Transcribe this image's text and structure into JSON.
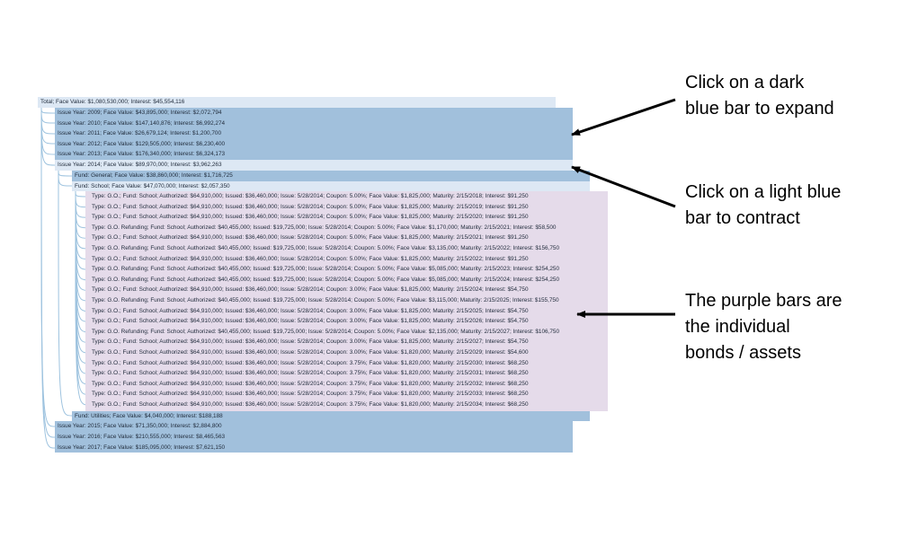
{
  "tree": {
    "total": "Total; Face Value: $1,080,530,000; Interest: $45,554,116",
    "years_top": [
      {
        "label": "Issue Year: 2009; Face Value: $43,895,000; Interest: $2,072,794",
        "state": "collapsed"
      },
      {
        "label": "Issue Year: 2010; Face Value: $147,140,876; Interest: $6,992,274",
        "state": "collapsed"
      },
      {
        "label": "Issue Year: 2011; Face Value: $26,679,124; Interest: $1,200,700",
        "state": "collapsed"
      },
      {
        "label": "Issue Year: 2012; Face Value: $129,505,000; Interest: $6,230,400",
        "state": "collapsed"
      },
      {
        "label": "Issue Year: 2013; Face Value: $176,340,000; Interest: $6,324,173",
        "state": "collapsed"
      }
    ],
    "year_2014": {
      "label": "Issue Year: 2014; Face Value: $89,970,000; Interest: $3,962,263",
      "state": "expanded"
    },
    "fund_general": {
      "label": "Fund: General; Face Value: $38,860,000; Interest: $1,716,725",
      "state": "collapsed"
    },
    "fund_school": {
      "label": "Fund: School; Face Value: $47,070,000; Interest: $2,057,350",
      "state": "expanded"
    },
    "bonds": [
      "Type: G.O.; Fund: School; Authorized: $64,910,000; Issued: $36,460,000; Issue: 5/28/2014; Coupon: 5.00%; Face Value: $1,825,000; Maturity: 2/15/2018; Interest: $91,250",
      "Type: G.O.; Fund: School; Authorized: $64,910,000; Issued: $36,460,000; Issue: 5/28/2014; Coupon: 5.00%; Face Value: $1,825,000; Maturity: 2/15/2019; Interest: $91,250",
      "Type: G.O.; Fund: School; Authorized: $64,910,000; Issued: $36,460,000; Issue: 5/28/2014; Coupon: 5.00%; Face Value: $1,825,000; Maturity: 2/15/2020; Interest: $91,250",
      "Type: G.O. Refunding; Fund: School; Authorized: $40,455,000; Issued: $19,725,000; Issue: 5/28/2014; Coupon: 5.00%; Face Value: $1,170,000; Maturity: 2/15/2021; Interest: $58,500",
      "Type: G.O.; Fund: School; Authorized: $64,910,000; Issued: $36,460,000; Issue: 5/28/2014; Coupon: 5.00%; Face Value: $1,825,000; Maturity: 2/15/2021; Interest: $91,250",
      "Type: G.O. Refunding; Fund: School; Authorized: $40,455,000; Issued: $19,725,000; Issue: 5/28/2014; Coupon: 5.00%; Face Value: $3,135,000; Maturity: 2/15/2022; Interest: $156,750",
      "Type: G.O.; Fund: School; Authorized: $64,910,000; Issued: $36,460,000; Issue: 5/28/2014; Coupon: 5.00%; Face Value: $1,825,000; Maturity: 2/15/2022; Interest: $91,250",
      "Type: G.O. Refunding; Fund: School; Authorized: $40,455,000; Issued: $19,725,000; Issue: 5/28/2014; Coupon: 5.00%; Face Value: $5,085,000; Maturity: 2/15/2023; Interest: $254,250",
      "Type: G.O. Refunding; Fund: School; Authorized: $40,455,000; Issued: $19,725,000; Issue: 5/28/2014; Coupon: 5.00%; Face Value: $5,085,000; Maturity: 2/15/2024; Interest: $254,250",
      "Type: G.O.; Fund: School; Authorized: $64,910,000; Issued: $36,460,000; Issue: 5/28/2014; Coupon: 3.00%; Face Value: $1,825,000; Maturity: 2/15/2024; Interest: $54,750",
      "Type: G.O. Refunding; Fund: School; Authorized: $40,455,000; Issued: $19,725,000; Issue: 5/28/2014; Coupon: 5.00%; Face Value: $3,115,000; Maturity: 2/15/2025; Interest: $155,750",
      "Type: G.O.; Fund: School; Authorized: $64,910,000; Issued: $36,460,000; Issue: 5/28/2014; Coupon: 3.00%; Face Value: $1,825,000; Maturity: 2/15/2025; Interest: $54,750",
      "Type: G.O.; Fund: School; Authorized: $64,910,000; Issued: $36,460,000; Issue: 5/28/2014; Coupon: 3.00%; Face Value: $1,825,000; Maturity: 2/15/2026; Interest: $54,750",
      "Type: G.O. Refunding; Fund: School; Authorized: $40,455,000; Issued: $19,725,000; Issue: 5/28/2014; Coupon: 5.00%; Face Value: $2,135,000; Maturity: 2/15/2027; Interest: $106,750",
      "Type: G.O.; Fund: School; Authorized: $64,910,000; Issued: $36,460,000; Issue: 5/28/2014; Coupon: 3.00%; Face Value: $1,825,000; Maturity: 2/15/2027; Interest: $54,750",
      "Type: G.O.; Fund: School; Authorized: $64,910,000; Issued: $36,460,000; Issue: 5/28/2014; Coupon: 3.00%; Face Value: $1,820,000; Maturity: 2/15/2029; Interest: $54,600",
      "Type: G.O.; Fund: School; Authorized: $64,910,000; Issued: $36,460,000; Issue: 5/28/2014; Coupon: 3.75%; Face Value: $1,820,000; Maturity: 2/15/2030; Interest: $68,250",
      "Type: G.O.; Fund: School; Authorized: $64,910,000; Issued: $36,460,000; Issue: 5/28/2014; Coupon: 3.75%; Face Value: $1,820,000; Maturity: 2/15/2031; Interest: $68,250",
      "Type: G.O.; Fund: School; Authorized: $64,910,000; Issued: $36,460,000; Issue: 5/28/2014; Coupon: 3.75%; Face Value: $1,820,000; Maturity: 2/15/2032; Interest: $68,250",
      "Type: G.O.; Fund: School; Authorized: $64,910,000; Issued: $36,460,000; Issue: 5/28/2014; Coupon: 3.75%; Face Value: $1,820,000; Maturity: 2/15/2033; Interest: $68,250",
      "Type: G.O.; Fund: School; Authorized: $64,910,000; Issued: $36,460,000; Issue: 5/28/2014; Coupon: 3.75%; Face Value: $1,820,000; Maturity: 2/15/2034; Interest: $68,250"
    ],
    "fund_utilities": {
      "label": "Fund: Utilities; Face Value: $4,040,000; Interest: $188,188",
      "state": "collapsed"
    },
    "years_bottom": [
      {
        "label": "Issue Year: 2015; Face Value: $71,350,000; Interest: $2,884,800",
        "state": "collapsed"
      },
      {
        "label": "Issue Year: 2016; Face Value: $210,555,000; Interest: $8,465,563",
        "state": "collapsed"
      },
      {
        "label": "Issue Year: 2017; Face Value: $185,095,000; Interest: $7,621,150",
        "state": "collapsed"
      }
    ]
  },
  "callouts": {
    "expand": "Click on a dark\nblue bar to expand",
    "contract": "Click on a light blue\nbar to contract",
    "purple": "The purple bars are\nthe individual\nbonds / assets"
  },
  "colors": {
    "dark_blue": "#a1c0dc",
    "light_blue": "#dde8f4",
    "purple": "#e5dbea",
    "link": "#9ec3df"
  }
}
